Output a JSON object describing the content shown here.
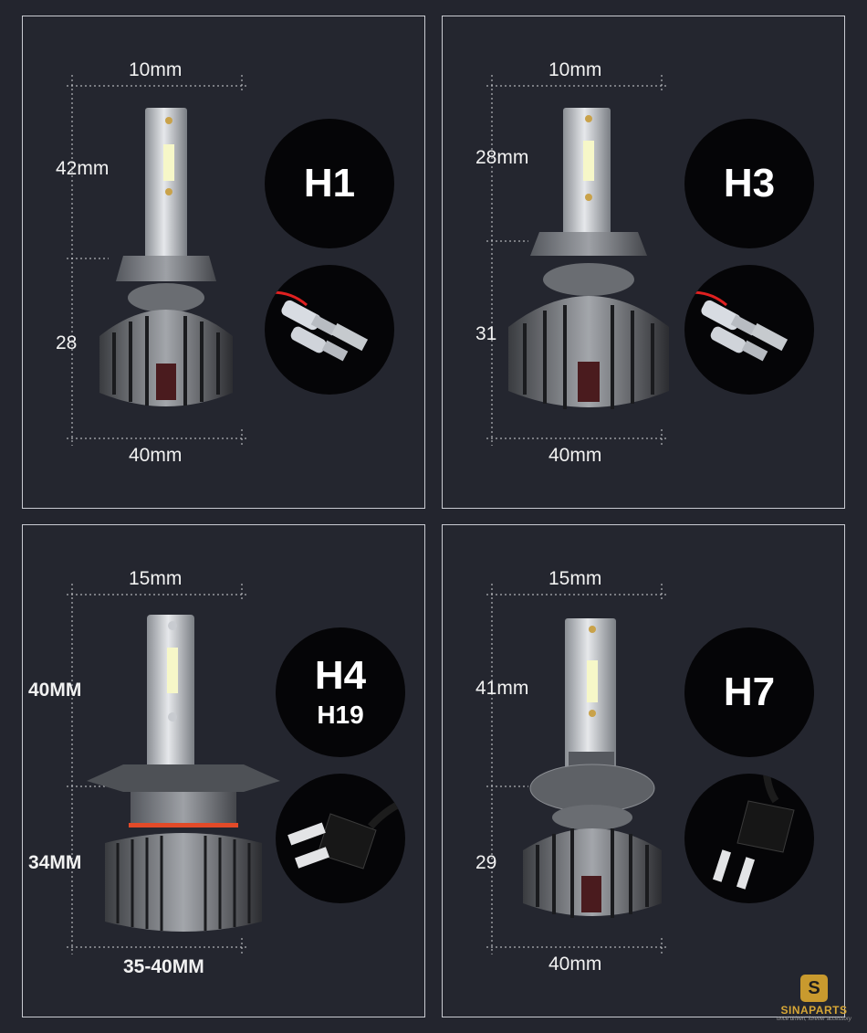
{
  "panels": {
    "h1": {
      "label": "H1",
      "width_top": "10mm",
      "height_upper": "42mm",
      "height_lower": "28",
      "width_bottom": "40mm"
    },
    "h3": {
      "label": "H3",
      "width_top": "10mm",
      "height_upper": "28mm",
      "height_lower": "31",
      "width_bottom": "40mm"
    },
    "h4": {
      "label": "H4",
      "sublabel": "H19",
      "width_top": "15mm",
      "height_upper": "40MM",
      "height_lower": "34MM",
      "width_bottom": "35-40MM"
    },
    "h7": {
      "label": "H7",
      "width_top": "15mm",
      "height_upper": "41mm",
      "height_lower": "29",
      "width_bottom": "40mm"
    }
  },
  "logo": {
    "initial": "S",
    "name": "SINAPARTS",
    "tagline": "once driven, forever accessory"
  },
  "colors": {
    "background": "#23252e",
    "panel_border": "#c9cbd2",
    "badge": "#050507",
    "logo_gold": "#c99a2e"
  }
}
